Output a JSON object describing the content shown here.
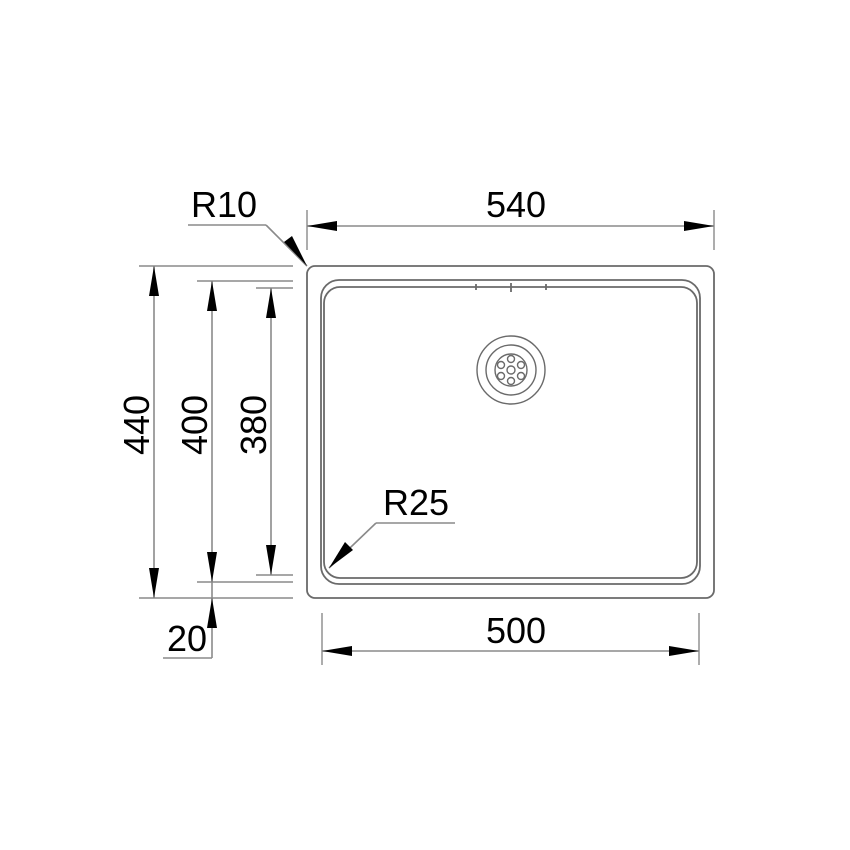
{
  "drawing": {
    "title": "Sink dimension drawing",
    "colors": {
      "line": "#8a8a8a",
      "outline": "#6a6a6a",
      "text": "#000000",
      "background": "#ffffff"
    },
    "dimensions": {
      "overall_width": "540",
      "bowl_width": "500",
      "overall_depth": "440",
      "rim_depth": "400",
      "bowl_depth": "380",
      "front_offset": "20",
      "outer_corner_radius": "R10",
      "bowl_corner_radius": "R25"
    }
  }
}
